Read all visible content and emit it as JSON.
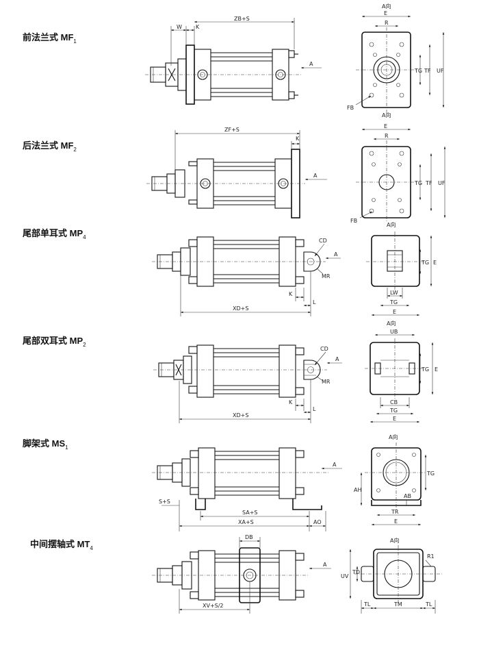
{
  "mountings": [
    {
      "id": "mf1",
      "name": "前法兰式 MF",
      "sub": "1",
      "view_title": "A向",
      "side_dims": [
        "W",
        "K",
        "ZB+S",
        "A"
      ],
      "end_dims": [
        "E",
        "R",
        "TG",
        "TF",
        "UF",
        "FB"
      ]
    },
    {
      "id": "mf2",
      "name": "后法兰式 MF",
      "sub": "2",
      "view_title": "A向",
      "side_dims": [
        "ZF+S",
        "K",
        "A"
      ],
      "end_dims": [
        "E",
        "R",
        "TG",
        "TF",
        "UF",
        "FB"
      ]
    },
    {
      "id": "mp4",
      "name": "尾部单耳式 MP",
      "sub": "4",
      "view_title": "A向",
      "side_dims": [
        "CD",
        "A",
        "MR",
        "K",
        "L",
        "XD+S"
      ],
      "end_dims": [
        "TG",
        "E",
        "LW",
        "TG",
        "E"
      ]
    },
    {
      "id": "mp2",
      "name": "尾部双耳式 MP",
      "sub": "2",
      "view_title": "A向",
      "side_dims": [
        "CD",
        "A",
        "MR",
        "K",
        "L",
        "XD+S"
      ],
      "end_dims": [
        "UB",
        "TG",
        "E",
        "CB",
        "TG",
        "E"
      ]
    },
    {
      "id": "ms1",
      "name": "脚架式 MS",
      "sub": "1",
      "view_title": "A向",
      "side_dims": [
        "A",
        "SA+S",
        "XA+S",
        "AO",
        "S+S"
      ],
      "end_dims": [
        "TG",
        "AH",
        "AB",
        "TR",
        "E"
      ]
    },
    {
      "id": "mt4",
      "name": "中间摆轴式 MT",
      "sub": "4",
      "view_title": "A向",
      "side_dims": [
        "DB",
        "A",
        "XV+S/2"
      ],
      "end_dims": [
        "R1",
        "UV",
        "TD",
        "TL",
        "TM",
        "TL"
      ]
    }
  ]
}
